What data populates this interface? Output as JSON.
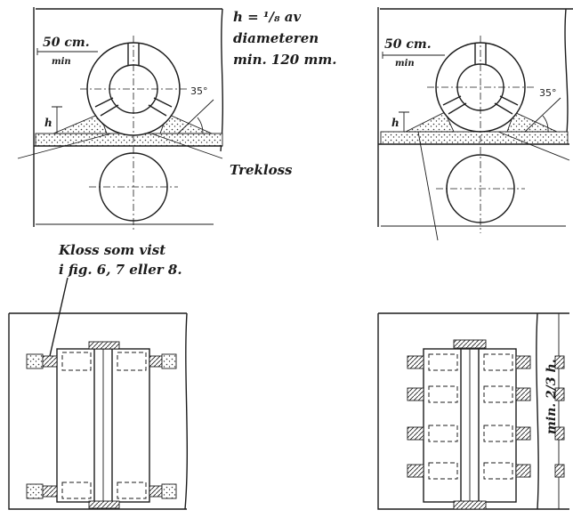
{
  "labels": {
    "height_rule_line1": "h = ¹/₈ av",
    "height_rule_line2": "diameteren",
    "height_rule_line3": "min. 120 mm.",
    "left_dim": "50 cm.",
    "left_dim_min": "min",
    "right_dim": "50 cm.",
    "right_dim_min": "min",
    "angle_left": "35°",
    "angle_right": "35°",
    "h_left": "h",
    "h_right": "h",
    "wood_block": "Trekloss",
    "block_note_line1": "Kloss som vist",
    "block_note_line2": "i fig. 6, 7 eller 8.",
    "min_side": "min. 2/3 h."
  }
}
